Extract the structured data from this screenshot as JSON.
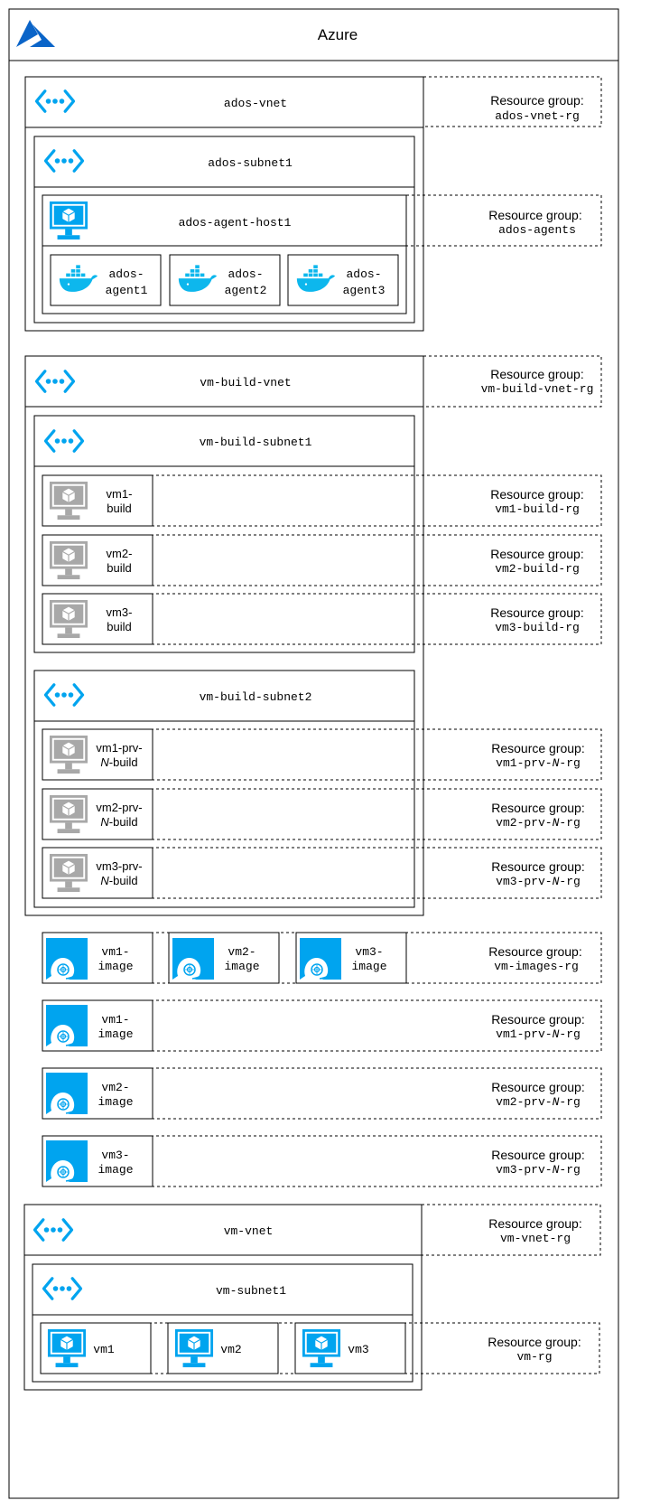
{
  "title": "Azure",
  "colors": {
    "azure_blue": "#00a4ef",
    "vm_gray": "#a8a8a8",
    "logo_blue": "#0a64c8",
    "stroke": "#000000"
  },
  "rg_label": "Resource group:",
  "ados": {
    "vnet": "ados-vnet",
    "vnet_rg": "ados-vnet-rg",
    "subnet": "ados-subnet1",
    "host": "ados-agent-host1",
    "host_rg": "ados-agents",
    "agents": [
      {
        "l1": "ados-",
        "l2": "agent1"
      },
      {
        "l1": "ados-",
        "l2": "agent2"
      },
      {
        "l1": "ados-",
        "l2": "agent3"
      }
    ]
  },
  "build": {
    "vnet": "vm-build-vnet",
    "vnet_rg": "vm-build-vnet-rg",
    "subnet1": "vm-build-subnet1",
    "subnet1_vms": [
      {
        "l1": "vm1-",
        "l2": "build",
        "rg": "vm1-build-rg"
      },
      {
        "l1": "vm2-",
        "l2": "build",
        "rg": "vm2-build-rg"
      },
      {
        "l1": "vm3-",
        "l2": "build",
        "rg": "vm3-build-rg"
      }
    ],
    "subnet2": "vm-build-subnet2",
    "subnet2_vms": [
      {
        "l1": "vm1-prv-",
        "l2a": "N",
        "l2b": "-build",
        "rga": "vm1-prv-",
        "rgb": "N",
        "rgc": "-rg"
      },
      {
        "l1": "vm2-prv-",
        "l2a": "N",
        "l2b": "-build",
        "rga": "vm2-prv-",
        "rgb": "N",
        "rgc": "-rg"
      },
      {
        "l1": "vm3-prv-",
        "l2a": "N",
        "l2b": "-build",
        "rga": "vm3-prv-",
        "rgb": "N",
        "rgc": "-rg"
      }
    ]
  },
  "images": {
    "shared_rg": "vm-images-rg",
    "shared": [
      {
        "l1": "vm1-",
        "l2": "image"
      },
      {
        "l1": "vm2-",
        "l2": "image"
      },
      {
        "l1": "vm3-",
        "l2": "image"
      }
    ],
    "private": [
      {
        "l1": "vm1-",
        "l2": "image",
        "rga": "vm1-prv-",
        "rgb": "N",
        "rgc": "-rg"
      },
      {
        "l1": "vm2-",
        "l2": "image",
        "rga": "vm2-prv-",
        "rgb": "N",
        "rgc": "-rg"
      },
      {
        "l1": "vm3-",
        "l2": "image",
        "rga": "vm3-prv-",
        "rgb": "N",
        "rgc": "-rg"
      }
    ]
  },
  "vm": {
    "vnet": "vm-vnet",
    "vnet_rg": "vm-vnet-rg",
    "subnet": "vm-subnet1",
    "vms_rg": "vm-rg",
    "vms": [
      "vm1",
      "vm2",
      "vm3"
    ]
  }
}
